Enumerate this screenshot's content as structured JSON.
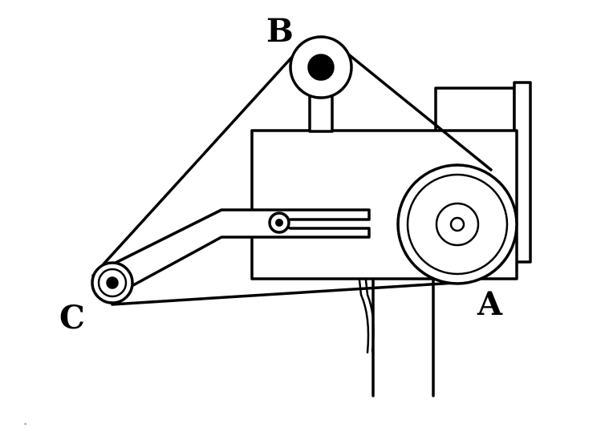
{
  "labels": {
    "a": "A",
    "b": "B",
    "c": "C"
  },
  "stray_mark": "-",
  "colors": {
    "ink": "#000000",
    "paper": "#ffffff"
  }
}
